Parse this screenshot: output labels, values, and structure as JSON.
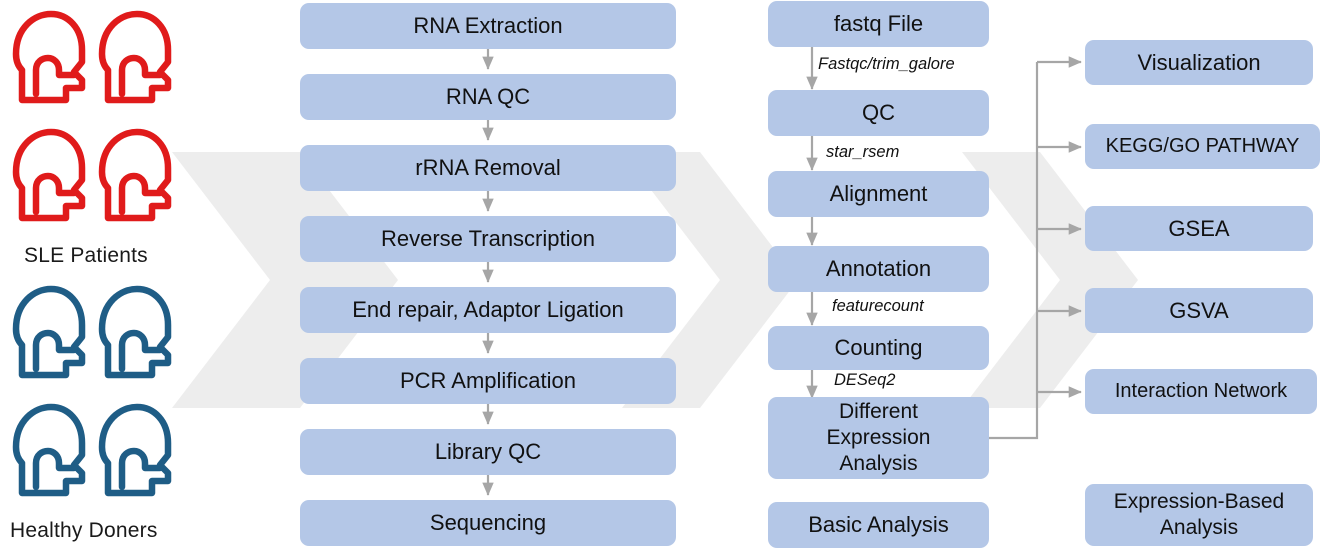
{
  "figure": {
    "type": "workflow-diagram",
    "title": "RNA-seq experimental and bioinformatics workflow",
    "colors": {
      "box_fill": "#b4c7e7",
      "sle_icon": "#e01b1b",
      "healthy_icon": "#1f5d86",
      "connector": "#a6a6a6",
      "background_chevron": "#ededed",
      "text": "#111111"
    }
  },
  "cohorts": [
    {
      "id": "sle",
      "label": "SLE Patients",
      "icon": "person-head-icon",
      "count": 4,
      "color": "#e01b1b"
    },
    {
      "id": "healthy",
      "label": "Healthy Doners",
      "icon": "person-head-icon",
      "count": 4,
      "color": "#1f5d86"
    }
  ],
  "wetlab": {
    "name": "Library preparation pipeline",
    "steps": [
      {
        "label": "RNA Extraction"
      },
      {
        "label": "RNA QC"
      },
      {
        "label": "rRNA Removal"
      },
      {
        "label": "Reverse Transcription"
      },
      {
        "label": "End repair, Adaptor Ligation"
      },
      {
        "label": "PCR Amplification"
      },
      {
        "label": "Library QC"
      },
      {
        "label": "Sequencing"
      }
    ]
  },
  "bioinformatics": {
    "name": "Basic Analysis pipeline",
    "steps": [
      {
        "label": "fastq File",
        "tool": "Fastqc/trim_galore"
      },
      {
        "label": "QC",
        "tool": "star_rsem"
      },
      {
        "label": "Alignment",
        "tool": ""
      },
      {
        "label": "Annotation",
        "tool": "featurecount"
      },
      {
        "label": "Counting",
        "tool": "DESeq2"
      },
      {
        "label": "Different Expression Analysis",
        "lines": [
          "Different",
          "Expression",
          "Analysis"
        ],
        "tool": ""
      }
    ],
    "group_label": "Basic Analysis"
  },
  "downstream": {
    "name": "Expression-Based Analysis outputs",
    "steps": [
      {
        "label": "Visualization"
      },
      {
        "label": "KEGG/GO PATHWAY"
      },
      {
        "label": "GSEA"
      },
      {
        "label": "GSVA"
      },
      {
        "label": "Interaction Network"
      }
    ],
    "group_label": "Expression-Based Analysis",
    "group_lines": [
      "Expression-Based",
      "Analysis"
    ]
  }
}
